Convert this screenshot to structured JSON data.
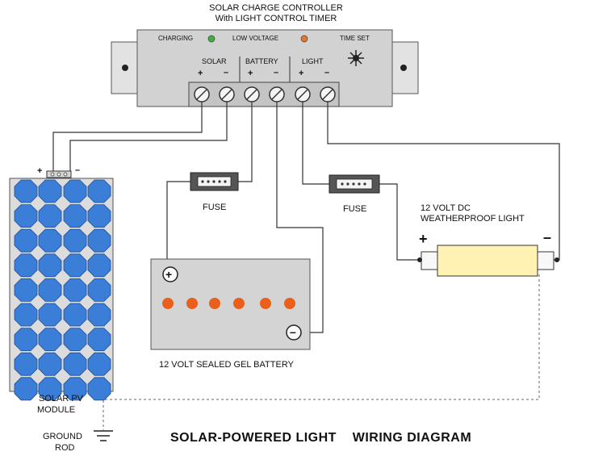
{
  "diagram": {
    "header": {
      "line1": "SOLAR CHARGE CONTROLLER",
      "line2": "With  LIGHT CONTROL TIMER"
    },
    "controller": {
      "charging_label": "CHARGING",
      "low_voltage_label": "LOW VOLTAGE",
      "time_set_label": "TIME SET",
      "solar_label": "SOLAR",
      "battery_label": "BATTERY",
      "light_label": "LIGHT",
      "plus": "+",
      "minus": "–",
      "charging_led_color": "#3cb043",
      "low_voltage_led_color": "#e8742a"
    },
    "panel": {
      "plus": "+",
      "minus": "–",
      "line1": "SOLAR PV",
      "line2": "MODULE",
      "cell_color": "#3a7ed8"
    },
    "fuse_left": {
      "label": "FUSE"
    },
    "fuse_right": {
      "label": "FUSE"
    },
    "battery": {
      "label": "12  VOLT SEALED GEL BATTERY",
      "plus": "+",
      "minus": "–",
      "cap_color": "#e8601c"
    },
    "lamp": {
      "line1": "12 VOLT  DC",
      "line2": "WEATHERPROOF LIGHT",
      "plus": "+",
      "minus": "–",
      "tube_color": "#fff2b3"
    },
    "ground": {
      "line1": "GROUND",
      "line2": "ROD"
    },
    "title": "SOLAR-POWERED LIGHT    WIRING DIAGRAM"
  }
}
